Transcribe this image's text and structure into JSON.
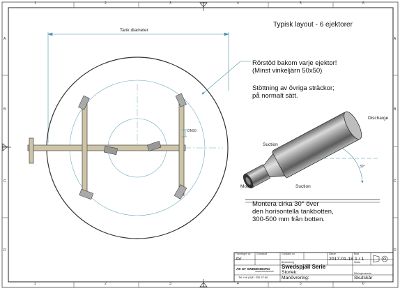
{
  "drawing": {
    "title": "Typisk layout - 6 ejektorer",
    "tank_diameter_label": "Tank diameter",
    "dn_label": "DN50",
    "note_support": [
      "Rörstöd bakom varje ejektor!",
      "(Minst vinkeljärn 50x50)"
    ],
    "note_bracing": [
      "Stöttning av övriga sträckor;",
      "på normalt sätt."
    ],
    "note_mounting": [
      "Montera cirka 30° över",
      "den horisontella tankbotten,",
      "300-500 mm från botten."
    ],
    "ejector": {
      "discharge": "Discharge",
      "suction_top": "Suction",
      "suction_bottom": "Suction",
      "motive": "Motive",
      "angle": "30°"
    },
    "column_labels": [
      "1",
      "2",
      "3",
      "4",
      "5",
      "6"
    ],
    "row_labels": [
      "A",
      "B",
      "C",
      "D"
    ]
  },
  "title_block": {
    "drawn_by_label": "Framtagen av",
    "drawn_by": "AV",
    "checked_label": "Granskad",
    "approved_label": "Godkänd av",
    "date_label": "Datum",
    "date": "2017-01-18",
    "sheet_label": "Blad",
    "sheet": "1 / 1",
    "company": "AB GF SWEDENBORG",
    "company_sub": "INGENJÖRSFIRMA",
    "phone": "Tel +46 (0)31 330 57 80",
    "description_label": "Beskrivning",
    "series": "Swedspjäll Serie",
    "size_label": "Storlek:",
    "operation_label": "Manövrering:",
    "scale_label": "Skala",
    "drawing_no_label": "Ritningsnummer",
    "drawing_no": "Skutskär"
  }
}
